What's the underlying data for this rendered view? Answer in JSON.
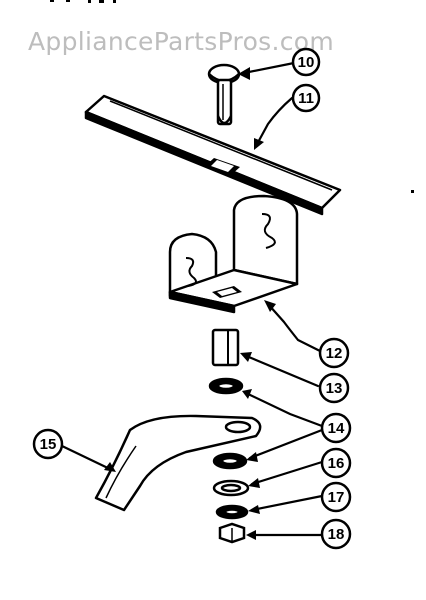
{
  "watermark": "AppliancePartsPros.com",
  "colors": {
    "ink": "#000000",
    "watermark": "#bdbdbd",
    "background": "#ffffff"
  },
  "callouts": {
    "c10": "10",
    "c11": "11",
    "c12": "12",
    "c13": "13",
    "c14": "14",
    "c15": "15",
    "c16": "16",
    "c17": "17",
    "c18": "18"
  }
}
